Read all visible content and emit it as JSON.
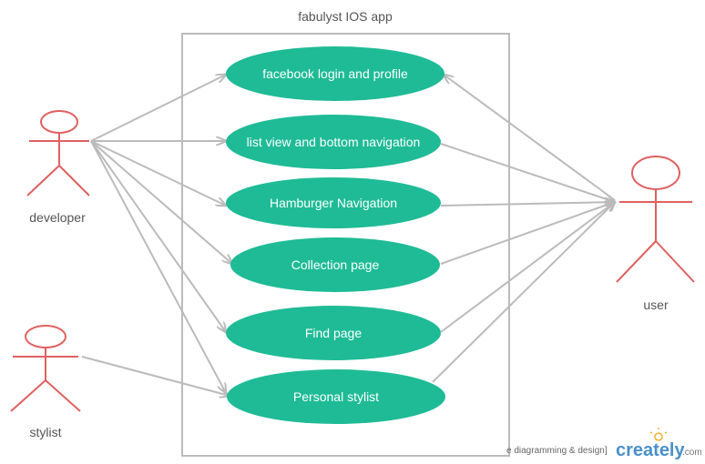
{
  "system": {
    "title": "fabulyst IOS app"
  },
  "actors": {
    "developer": "developer",
    "stylist": "stylist",
    "user": "user"
  },
  "use_cases": [
    "facebook login and profile",
    "list view and bottom navigation",
    "Hamburger Navigation",
    "Collection page",
    "Find page",
    "Personal stylist"
  ],
  "watermark": {
    "text": "e diagramming & design]",
    "brand": "creately",
    "brand_suffix": ".com"
  },
  "colors": {
    "use_case_fill": "#1ebb96",
    "actor_stroke": "#e06060",
    "arrow": "#bbbbbb",
    "boundary": "#bbbbbb"
  }
}
